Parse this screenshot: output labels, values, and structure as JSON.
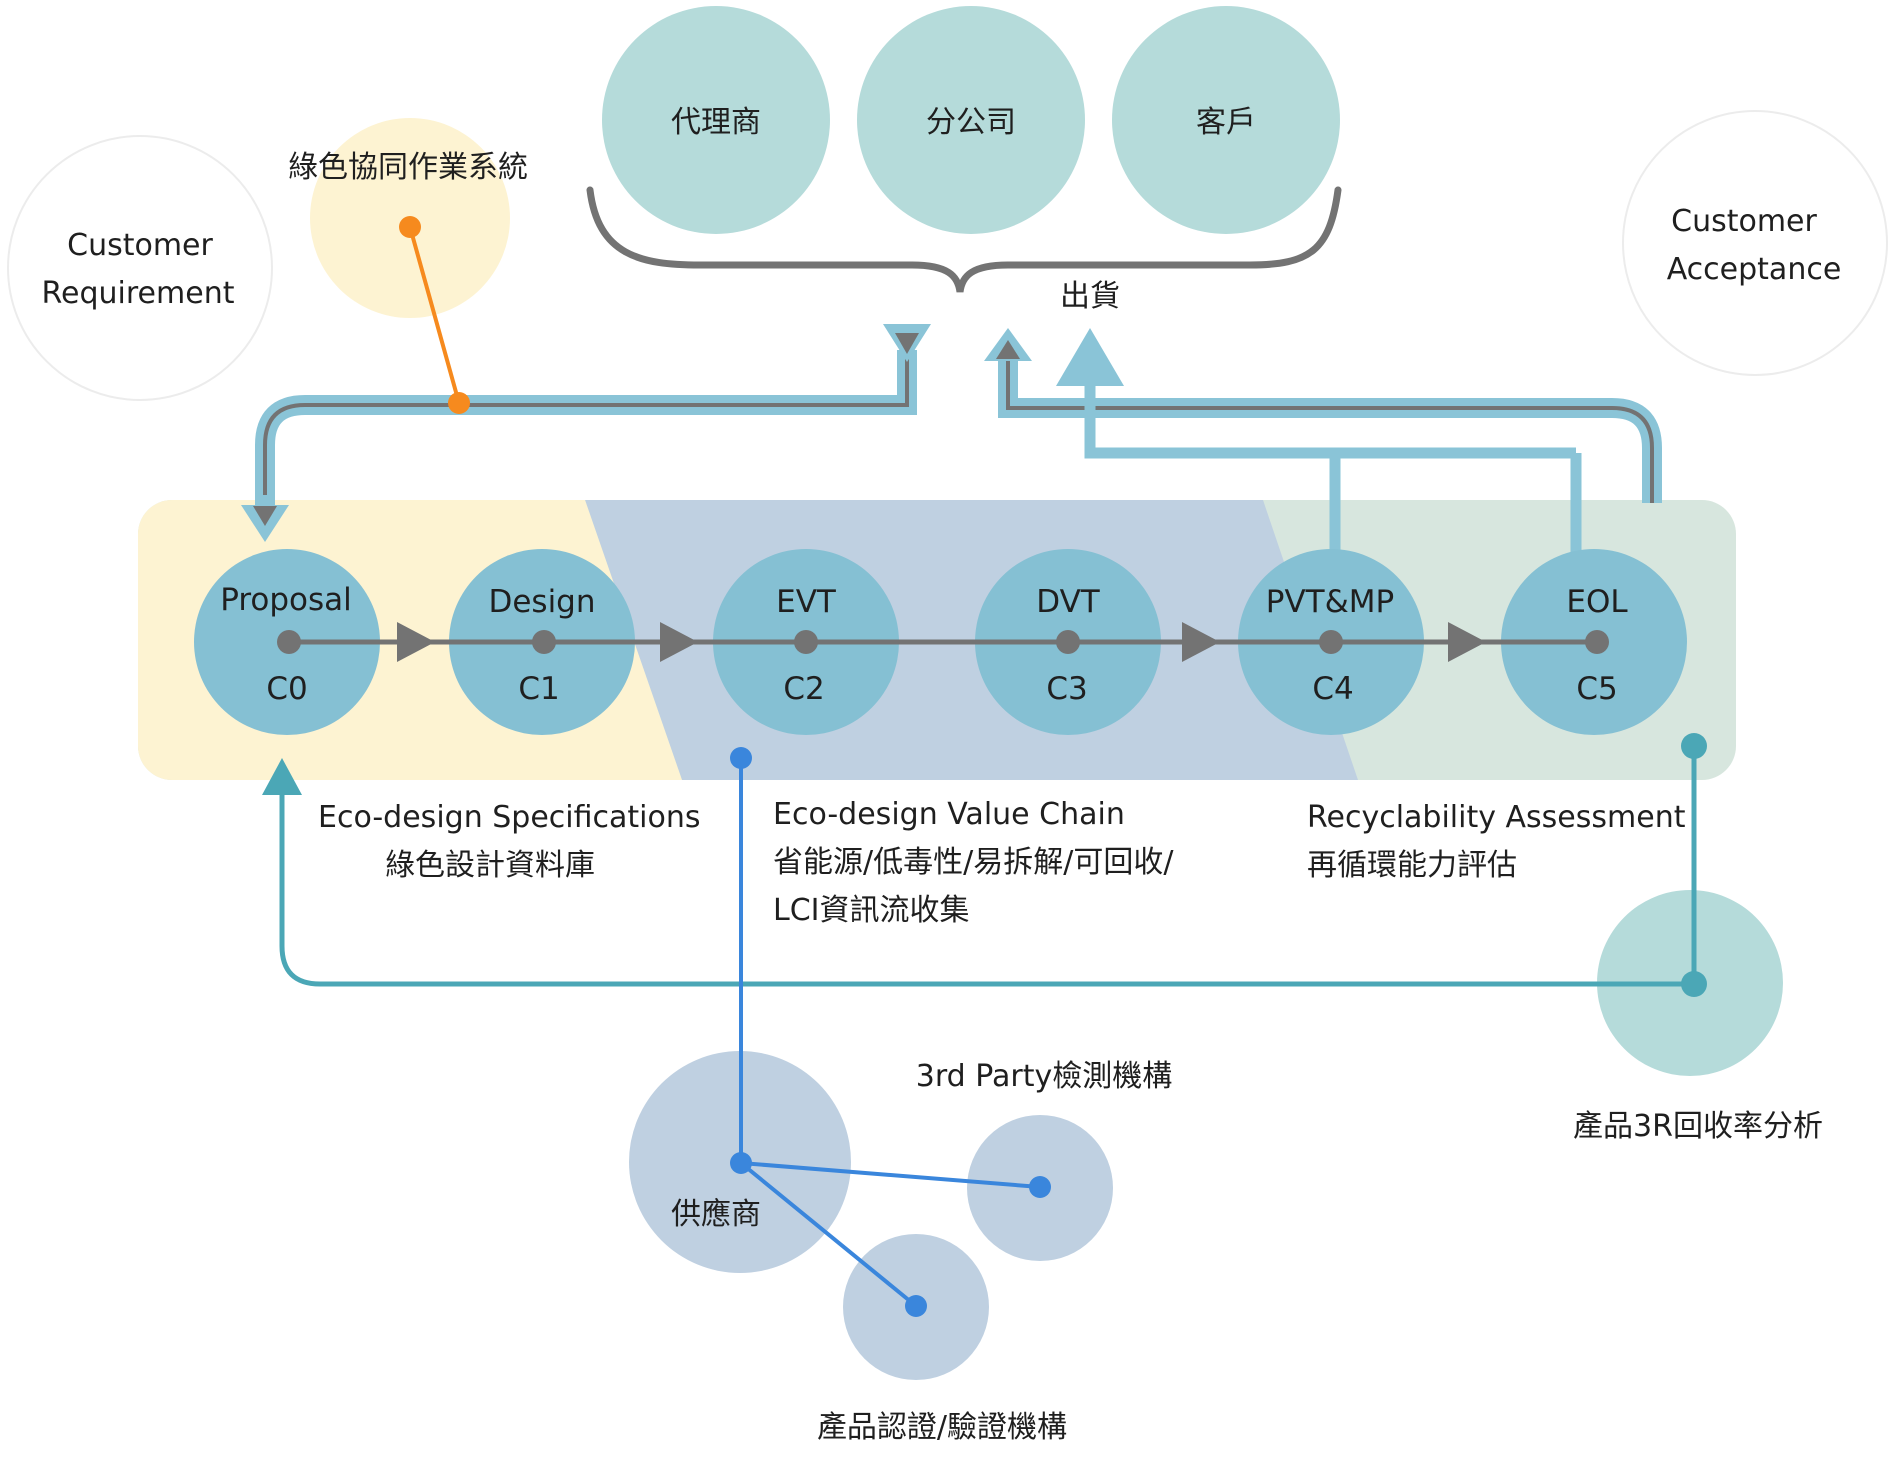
{
  "customer_requirement": [
    "Customer",
    "Requirement"
  ],
  "customer_acceptance": [
    "Customer",
    "Acceptance"
  ],
  "green_collab_system": "綠色協同作業系統",
  "channels": [
    "代理商",
    "分公司",
    "客戶"
  ],
  "shipment": "出貨",
  "stages": [
    {
      "name": "Proposal",
      "code": "C0"
    },
    {
      "name": "Design",
      "code": "C1"
    },
    {
      "name": "EVT",
      "code": "C2"
    },
    {
      "name": "DVT",
      "code": "C3"
    },
    {
      "name": "PVT&MP",
      "code": "C4"
    },
    {
      "name": "EOL",
      "code": "C5"
    }
  ],
  "zones": {
    "specifications": {
      "title": "Eco-design Specifications",
      "subtitle": "綠色設計資料庫"
    },
    "value_chain": {
      "title": "Eco-design Value Chain",
      "line2": "省能源/低毒性/易拆解/可回收/",
      "line3": "LCI資訊流收集"
    },
    "recyclability": {
      "title": "Recyclability Assessment",
      "subtitle": "再循環能力評估"
    }
  },
  "supplier": "供應商",
  "third_party": "3rd Party檢測機構",
  "certification": "產品認證/驗證機構",
  "recycle_analysis": "產品3R回收率分析",
  "colors": {
    "yellow_zone": "#fdf3d2",
    "blue_zone": "#bfd0e1",
    "green_zone": "#d7e6de",
    "stage_circle": "#85c0d3",
    "channel_circle": "#b5dbda",
    "flow_blue": "#8ac4d7",
    "flow_teal": "#4ba7b6",
    "gray": "#737373",
    "orange": "#f68a1e",
    "link_blue": "#3a86dc",
    "supplier_circle": "#bfd0e1"
  }
}
